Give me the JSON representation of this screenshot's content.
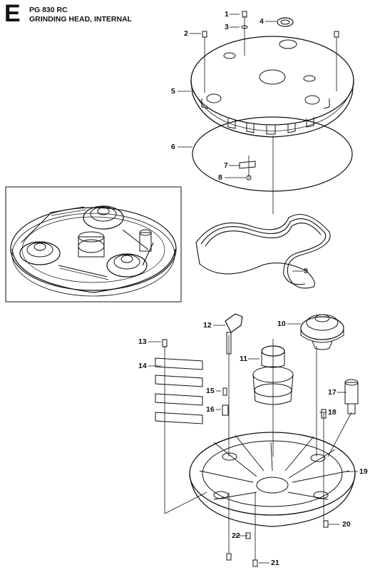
{
  "header": {
    "section_letter": "E",
    "model": "PG 830 RC",
    "title": "GRINDING HEAD, INTERNAL"
  },
  "callouts": [
    "1",
    "2",
    "3",
    "4",
    "5",
    "6",
    "7",
    "8",
    "9",
    "10",
    "11",
    "12",
    "13",
    "14",
    "15",
    "16",
    "17",
    "18",
    "19",
    "20",
    "21",
    "22"
  ]
}
